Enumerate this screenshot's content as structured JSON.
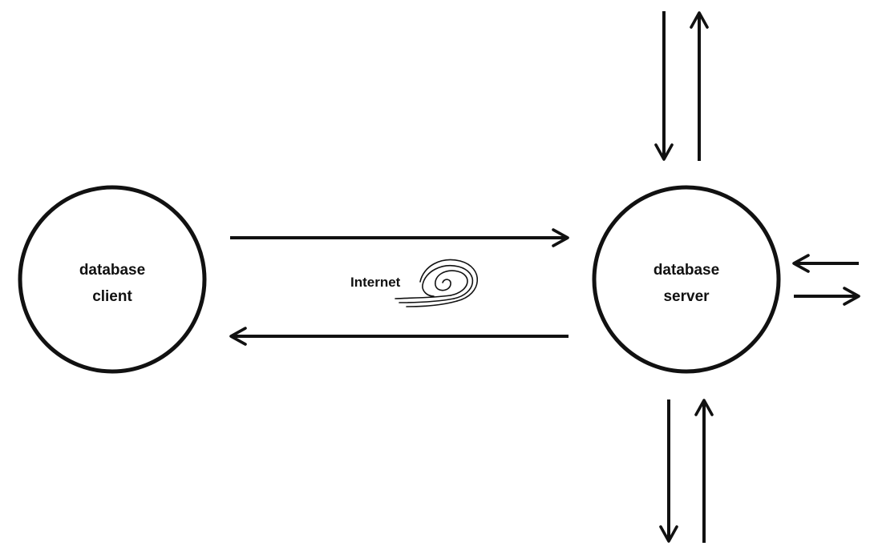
{
  "diagram": {
    "nodes": [
      {
        "id": "client",
        "lines": [
          "database",
          "client"
        ]
      },
      {
        "id": "server",
        "lines": [
          "database",
          "server"
        ]
      }
    ],
    "connection": {
      "label": "Internet",
      "icon": "swirl-wave-icon"
    },
    "colors": {
      "stroke": "#111111",
      "background": "#ffffff"
    }
  }
}
